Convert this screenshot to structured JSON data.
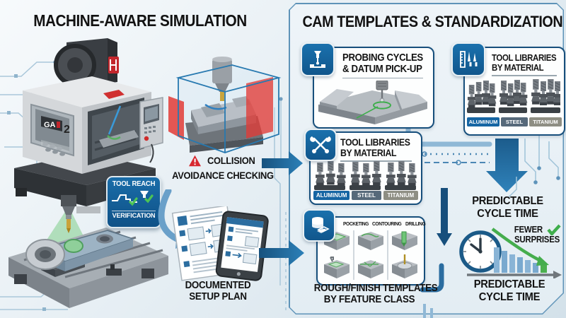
{
  "palette": {
    "accent_blue": "#1565a3",
    "navy": "#174f7c",
    "red": "#d4282f",
    "green": "#3fae4c",
    "ink": "#121212",
    "steel_chip": "#56697a",
    "titanium_chip": "#8e8e83"
  },
  "left": {
    "title": "MACHINE-AWARE SIMULATION",
    "machine": {
      "model_label": "GA",
      "model_number": "2"
    },
    "collision": {
      "line1": "COLLISION",
      "line2": "AVOIDANCE CHECKING"
    },
    "tool_reach": {
      "line1": "TOOL REACH",
      "line2": "VERIFICATION"
    },
    "setup_plan": {
      "line1": "DOCUMENTED",
      "line2": "SETUP PLAN"
    }
  },
  "right": {
    "title": "CAM TEMPLATES & STANDARDIZATION",
    "probing": {
      "line1": "PROBING CYCLES",
      "line2": "& DATUM PICK-UP"
    },
    "tool_library_top": {
      "line1": "TOOL LIBRARIES",
      "line2": "BY MATERIAL",
      "materials": [
        "ALUMINUM",
        "STEEL",
        "TITANIUM"
      ]
    },
    "tool_library_mid": {
      "line1": "TOOL LIBRARIES",
      "line2": "BY MATERIAL",
      "materials": [
        "ALUMINUM",
        "STEEL",
        "TITANIUM"
      ]
    },
    "templates": {
      "features": [
        "POCKETING",
        "CONTOURING",
        "DRILLING"
      ],
      "line1": "ROUGH/FINISH TEMPLATES",
      "line2": "BY FEATURE CLASS"
    },
    "outcome_top": {
      "line1": "PREDICTABLE",
      "line2": "CYCLE TIME"
    },
    "fewer_surprises": {
      "line1": "FEWER",
      "line2": "SURPRISES"
    },
    "outcome_bottom": {
      "line1": "PREDICTABLE",
      "line2": "CYCLE TIME"
    }
  }
}
